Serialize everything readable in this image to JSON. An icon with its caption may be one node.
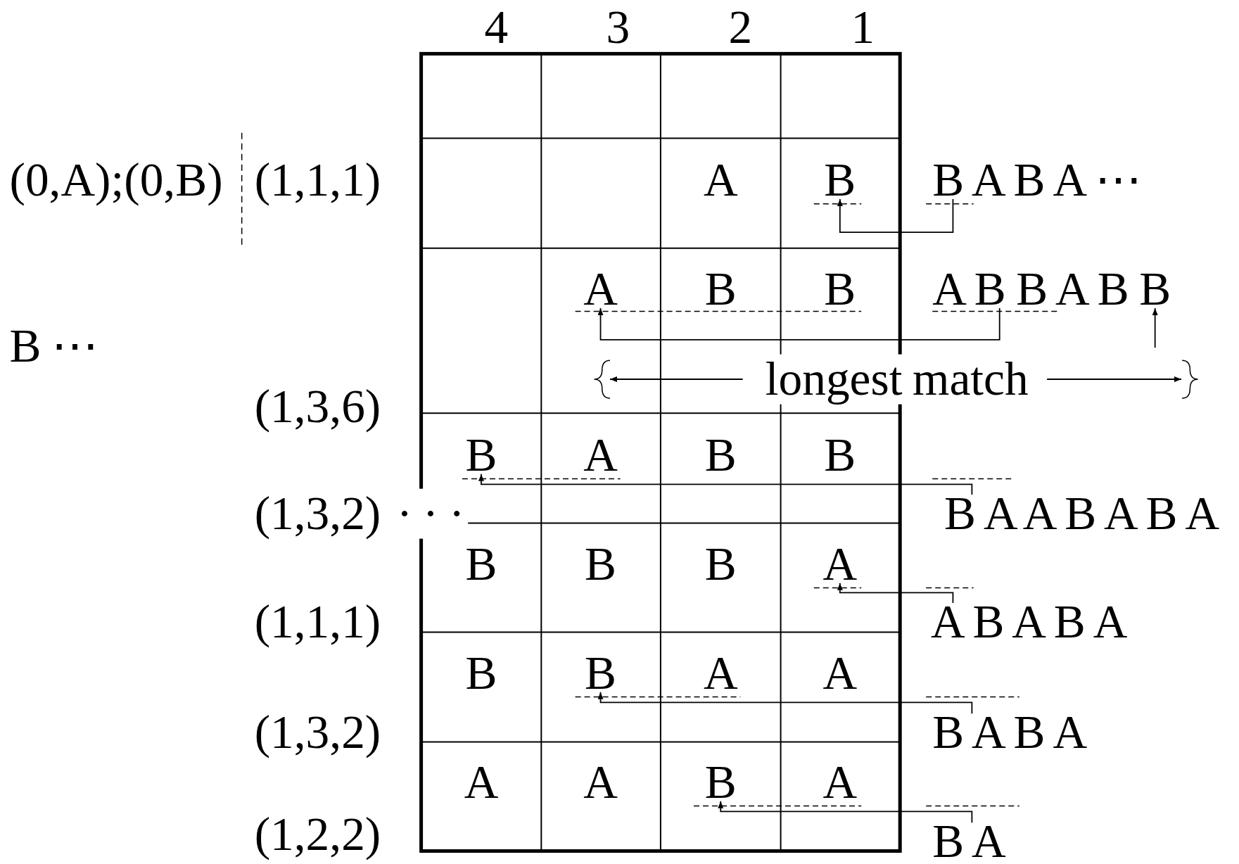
{
  "diagram": {
    "nodes": [
      {
        "text": [
          "A"
        ]
      },
      {
        "text": [
          "B"
        ]
      },
      {
        "text": [
          "A"
        ]
      },
      {
        "text": [
          "B"
        ]
      },
      {
        "text": [
          "B"
        ]
      },
      {
        "text": [
          "B"
        ]
      },
      {
        "text": [
          "A"
        ]
      },
      {
        "text": [
          "B"
        ]
      },
      {
        "text": [
          "B"
        ]
      },
      {
        "text": [
          "B"
        ]
      },
      {
        "text": [
          "B"
        ]
      },
      {
        "text": [
          "B"
        ]
      },
      {
        "text": [
          "A"
        ]
      },
      {
        "text": [
          "B"
        ]
      },
      {
        "text": [
          "B"
        ]
      },
      {
        "text": [
          "A"
        ]
      },
      {
        "text": [
          "A"
        ]
      },
      {
        "text": [
          "A"
        ]
      },
      {
        "text": [
          "A"
        ]
      },
      {
        "text": [
          "B"
        ]
      },
      {
        "text": [
          "A"
        ]
      },
      {
        "text": [
          "B A B A ⋯"
        ]
      },
      {
        "text": [
          "A B B A B B"
        ]
      },
      {
        "text": [
          "B A A B A B A"
        ]
      },
      {
        "text": [
          "A B A B A"
        ]
      },
      {
        "text": [
          "B A B A"
        ]
      },
      {
        "text": [
          "B A"
        ]
      }
    ],
    "edges": [
      {
        "from": 21,
        "to": 1,
        "arrow": "to"
      },
      {
        "from": 22,
        "to": 2,
        "arrow": "to"
      },
      {
        "from": null,
        "to": 22,
        "arrow": "to"
      },
      {
        "from": 23,
        "to": 5,
        "arrow": "to"
      },
      {
        "from": 24,
        "to": 12,
        "arrow": "to"
      },
      {
        "from": 25,
        "to": 14,
        "arrow": "to"
      },
      {
        "from": 26,
        "to": 19,
        "arrow": "to"
      }
    ],
    "labels": [
      "4",
      "3",
      "2",
      "1",
      "(0,A);(0,B)",
      "(1,1,1)",
      "B ⋯",
      "(1,3,6)",
      "longest match",
      "(1,3,2)",
      "· · ·",
      "(1,1,1)",
      "(1,3,2)",
      "(1,2,2)"
    ]
  }
}
